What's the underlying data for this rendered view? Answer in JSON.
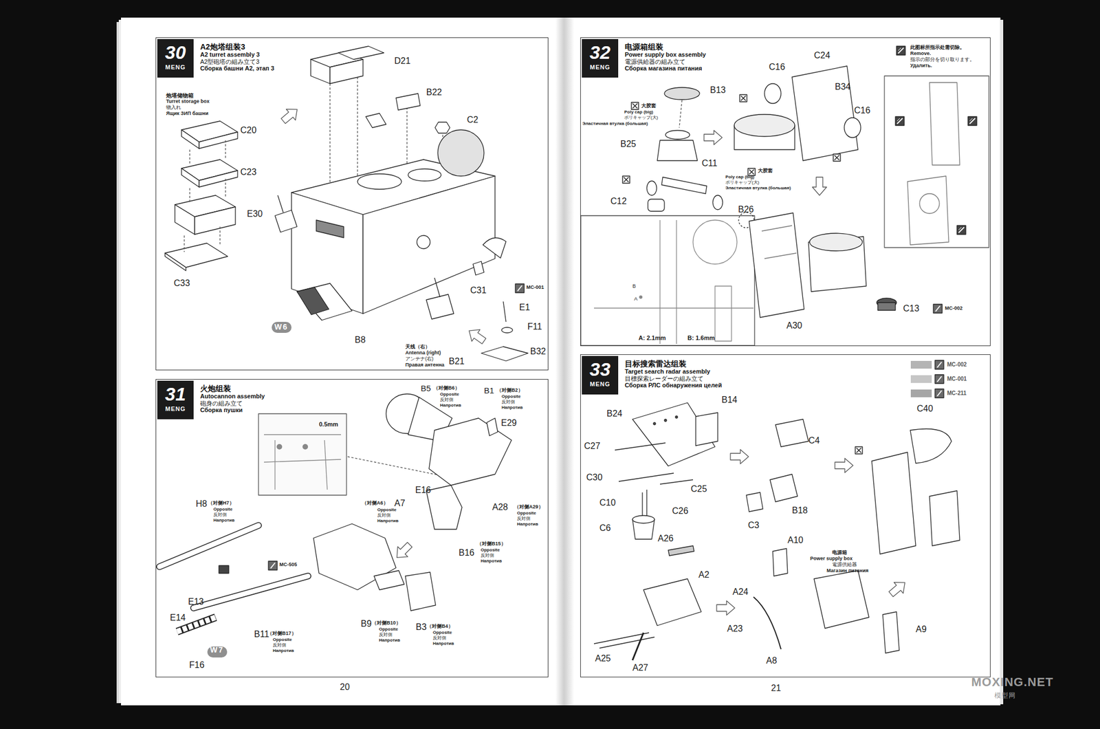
{
  "diagram": {
    "nodes": [
      {
        "text": [
          "A2炮塔组装3",
          "A2 turret assembly 3",
          "A2型砲塔の組み立て3",
          "Сборка башни А2, этап 3"
        ]
      },
      {
        "text": [
          "30",
          "MENG"
        ],
        "in": 0
      },
      {
        "text": [
          "火炮组装",
          "Autocannon assembly",
          "砲身の組み立て",
          "Сборка пушки"
        ]
      },
      {
        "text": [
          "31",
          "MENG"
        ],
        "in": 2
      },
      {
        "text": [
          "电源箱组装",
          "Power supply box assembly",
          "電源供給器の組み立て",
          "Сборка магазина питания"
        ]
      },
      {
        "text": [
          "32",
          "MENG"
        ],
        "in": 4
      },
      {
        "text": [
          "目标搜索雷达组装",
          "Target search radar assembly",
          "目標探索レーダーの組み立て",
          "Сборка РЛС обнаружения целей"
        ]
      },
      {
        "text": [
          "33",
          "MENG"
        ],
        "in": 6
      }
    ],
    "labels": [
      "炮塔储物箱",
      "Turret storage box",
      "物入れ",
      "Ящик ЗИП башни",
      "C20",
      "C23",
      "E30",
      "C33",
      "D21",
      "B22",
      "C2",
      "C31",
      "MC-001",
      "E1",
      "F11",
      "天线（右）",
      "Antenna (right)",
      "アンテナ(右)",
      "Правая антенна",
      "B32",
      "B21",
      "B8",
      "W6",
      "B5",
      "（对侧B6）",
      "Opposite",
      "反対側",
      "Напротив",
      "B1",
      "（对侧B2）",
      "Opposite",
      "反対側",
      "Напротив",
      "E29",
      "0.5mm",
      "E16",
      "（对侧A6）",
      "A7",
      "Opposite",
      "反対側",
      "Напротив",
      "A28",
      "（对侧A29）",
      "Opposite",
      "反対側",
      "Напротив",
      "H8",
      "（对侧H7）",
      "Opposite",
      "反対側",
      "Напротив",
      "MC-505",
      "B16",
      "（对侧B15）",
      "Opposite",
      "反対側",
      "Напротив",
      "E13",
      "E14",
      "F16",
      "W7",
      "B11",
      "（对侧B17）",
      "Opposite",
      "反対側",
      "Напротив",
      "B9",
      "（对侧B10）",
      "Opposite",
      "反対側",
      "Напротив",
      "B3",
      "（对侧B4）",
      "Opposite",
      "反対側",
      "Напротив",
      "此图标所指示处需切除。",
      "Remove.",
      "指示の部分を切り取ります。",
      "Удалить.",
      "B13",
      "大胶套",
      "Poly cap (big)",
      "ポリキャップ(大)",
      "Эластичная втулка (большая)",
      "B25",
      "C11",
      "大胶套",
      "Poly cap (big)",
      "ポリキャップ(大)",
      "Эластичная втулка (большая)",
      "C12",
      "C16",
      "C24",
      "B34",
      "C16",
      "B26",
      "A30",
      "C13",
      "MC-002",
      "B",
      "A",
      "A: 2.1mm",
      "B: 1.6mm",
      "B24",
      "B14",
      "C27",
      "C30",
      "C25",
      "C10",
      "C26",
      "C6",
      "C4",
      "C3",
      "B18",
      "C40",
      "A26",
      "A2",
      "A10",
      "电源箱",
      "Power supply box",
      "電源供給器",
      "Магазин питания",
      "A24",
      "A23",
      "A25",
      "A27",
      "A8",
      "A9",
      "20",
      "21",
      "MOXING.NET",
      "模型网"
    ],
    "legend": [
      {
        "text": "MC-002",
        "color": "#b4b4b4"
      },
      {
        "text": "MC-001",
        "color": "#c6c6c6"
      },
      {
        "text": "MC-211",
        "color": "#a6a6a6"
      }
    ]
  }
}
